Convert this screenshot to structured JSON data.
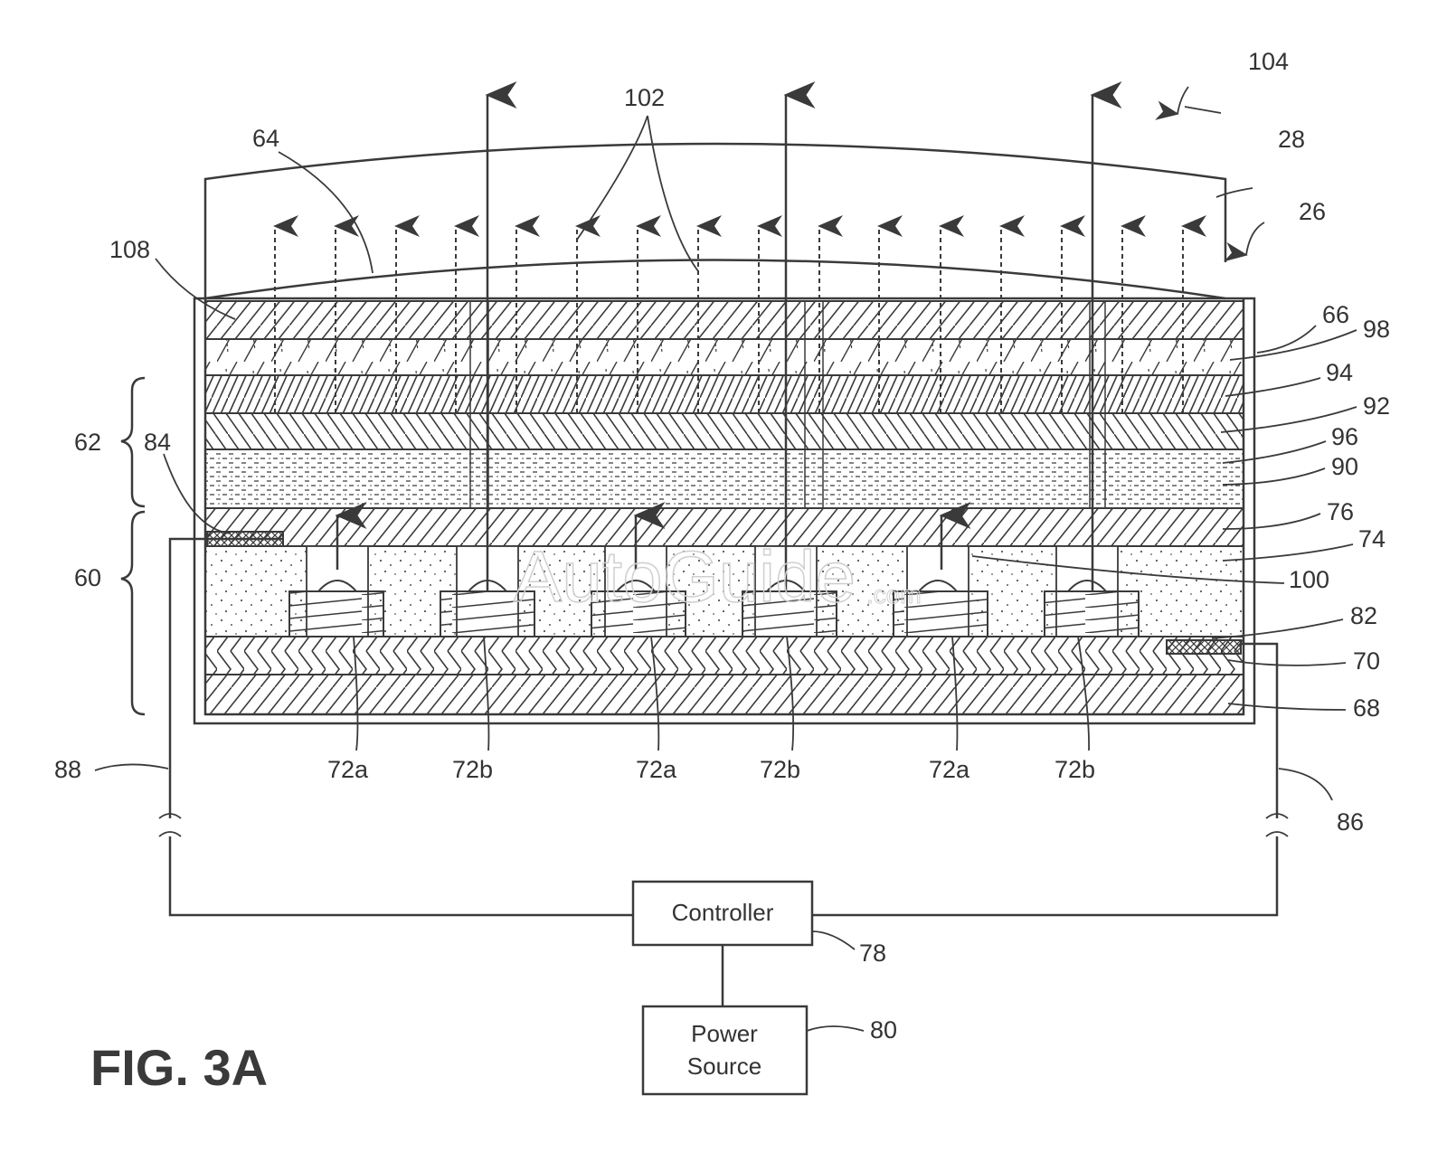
{
  "figure": {
    "title": "FIG. 3A",
    "watermark": "AutoGuide",
    "watermark_suffix": ".com"
  },
  "blocks": {
    "controller": "Controller",
    "power_line1": "Power",
    "power_line2": "Source"
  },
  "refs": {
    "r104": "104",
    "r102": "102",
    "r64": "64",
    "r28": "28",
    "r26": "26",
    "r108": "108",
    "r66": "66",
    "r98": "98",
    "r94": "94",
    "r92": "92",
    "r96": "96",
    "r90": "90",
    "r62": "62",
    "r84": "84",
    "r60": "60",
    "r76": "76",
    "r74": "74",
    "r100": "100",
    "r82": "82",
    "r70": "70",
    "r68": "68",
    "r88": "88",
    "r86": "86",
    "r78": "78",
    "r80": "80"
  },
  "led_labels": [
    "72a",
    "72b",
    "72a",
    "72b",
    "72a",
    "72b"
  ],
  "colors": {
    "line": "#3a3a3a",
    "background": "#ffffff"
  }
}
